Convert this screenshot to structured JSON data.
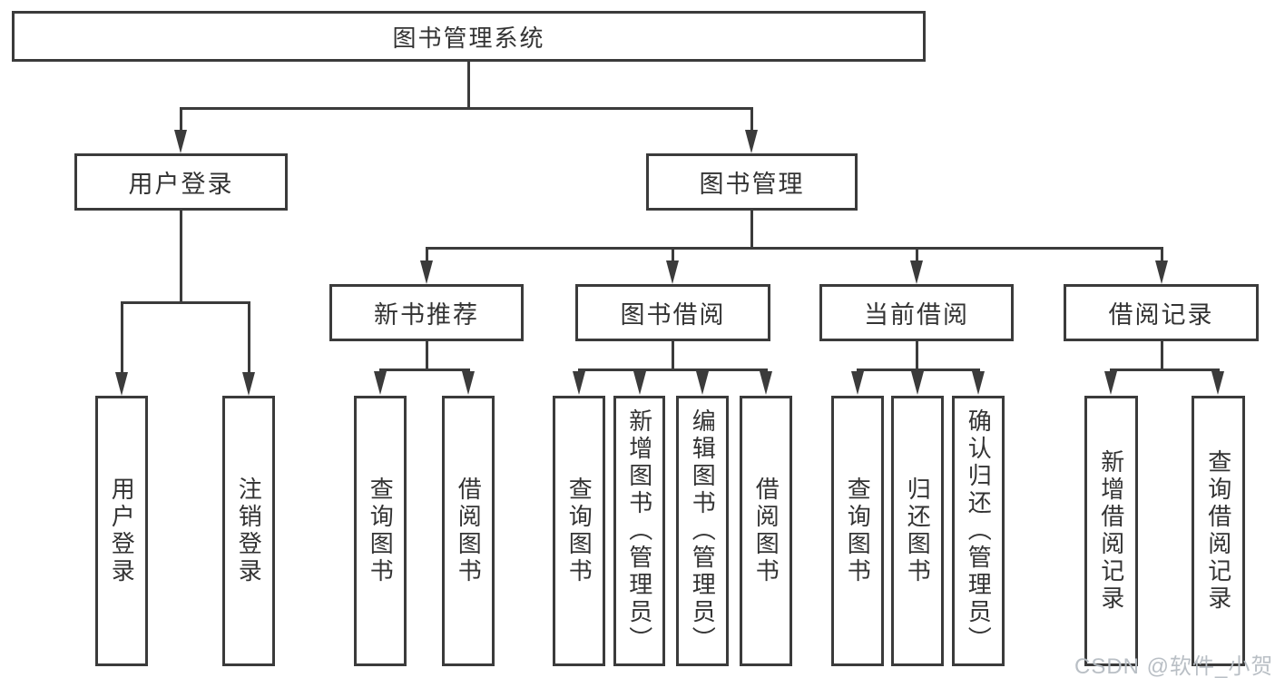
{
  "diagram": {
    "title": "图书管理系统",
    "root": {
      "label": "图书管理系统"
    },
    "level2": [
      {
        "label": "用户登录"
      },
      {
        "label": "图书管理"
      }
    ],
    "level3": [
      {
        "label": "新书推荐"
      },
      {
        "label": "图书借阅"
      },
      {
        "label": "当前借阅"
      },
      {
        "label": "借阅记录"
      }
    ],
    "leaves": {
      "user_login": [
        "用户登录",
        "注销登录"
      ],
      "new_book_recommend": [
        "查询图书",
        "借阅图书"
      ],
      "book_borrow": [
        "查询图书",
        "新增图书（管理员）",
        "编辑图书（管理员）",
        "借阅图书"
      ],
      "current_borrow": [
        "查询图书",
        "归还图书",
        "确认归还（管理员）"
      ],
      "borrow_record": [
        "新增借阅记录",
        "查询借阅记录"
      ]
    }
  },
  "watermark": {
    "text": "CSDN @软件_小贺同学"
  },
  "colors": {
    "line": "#3b3b3b",
    "text": "#333333",
    "watermark": "#b6bcc2",
    "background": "#ffffff"
  }
}
